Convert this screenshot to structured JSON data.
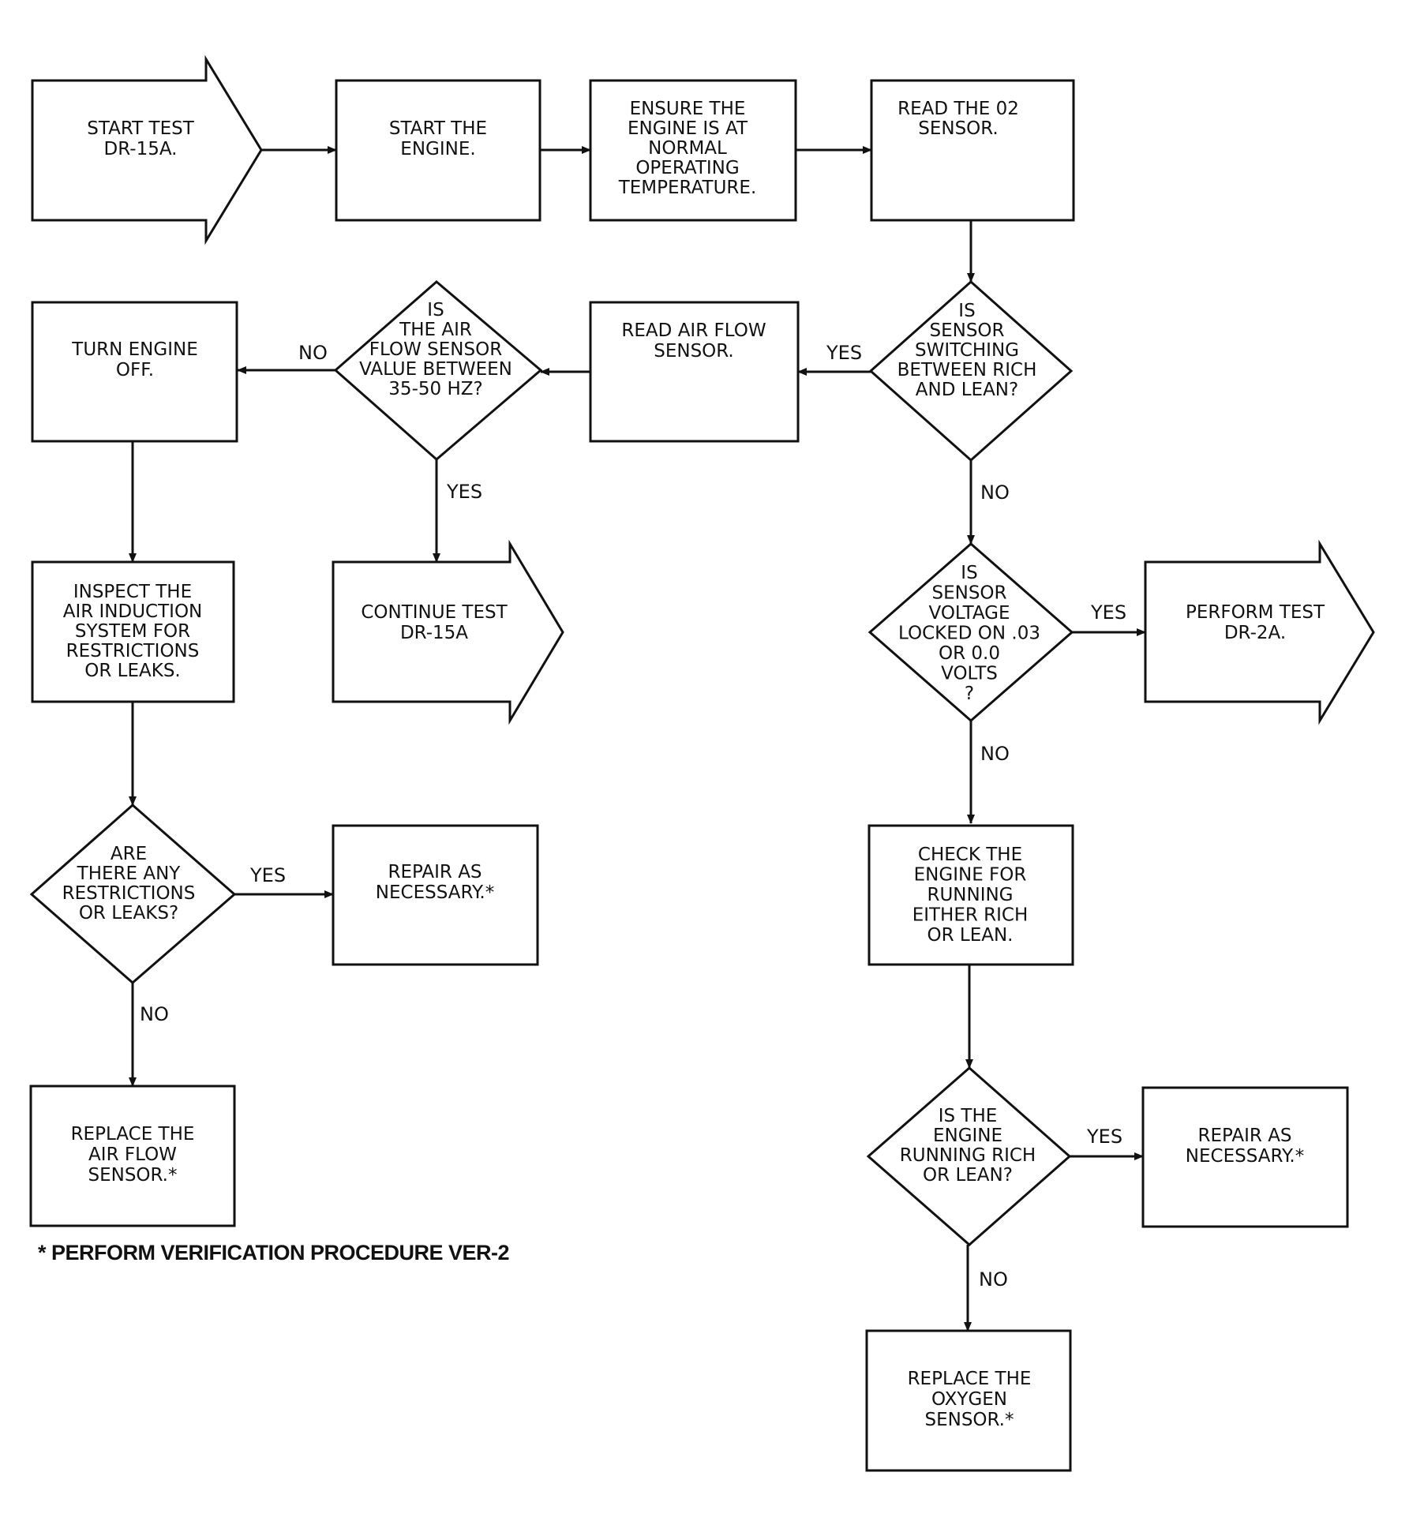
{
  "nodes": {
    "start_test": [
      "START TEST",
      "DR-15A."
    ],
    "start_engine": [
      "START THE",
      "ENGINE."
    ],
    "ensure_temp": [
      "ENSURE THE",
      "ENGINE IS AT",
      "NORMAL",
      "OPERATING",
      "TEMPERATURE."
    ],
    "read_o2": [
      "READ THE 02",
      "SENSOR."
    ],
    "sensor_switching": [
      "IS",
      "SENSOR",
      "SWITCHING",
      "BETWEEN RICH",
      "AND LEAN?"
    ],
    "read_air_flow": [
      "READ AIR FLOW",
      "SENSOR."
    ],
    "air_flow_value": [
      "IS",
      "THE AIR",
      "FLOW SENSOR",
      "VALUE BETWEEN",
      "35-50 HZ?"
    ],
    "turn_engine_off": [
      "TURN ENGINE",
      "OFF."
    ],
    "inspect_induction": [
      "INSPECT THE",
      "AIR INDUCTION",
      "SYSTEM FOR",
      "RESTRICTIONS",
      "OR LEAKS."
    ],
    "continue_test": [
      "CONTINUE TEST",
      "DR-15A"
    ],
    "restrictions_leaks": [
      "ARE",
      "THERE ANY",
      "RESTRICTIONS",
      "OR LEAKS?"
    ],
    "repair_left": [
      "REPAIR AS",
      "NECESSARY.*"
    ],
    "replace_air_flow": [
      "REPLACE THE",
      "AIR FLOW",
      "SENSOR.*"
    ],
    "voltage_locked": [
      "IS",
      "SENSOR",
      "VOLTAGE",
      "LOCKED ON .03",
      "OR 0.0",
      "VOLTS",
      "?"
    ],
    "perform_test": [
      "PERFORM TEST",
      "DR-2A."
    ],
    "check_engine": [
      "CHECK THE",
      "ENGINE FOR",
      "RUNNING",
      "EITHER RICH",
      "OR LEAN."
    ],
    "engine_rich_lean": [
      "IS THE",
      "ENGINE",
      "RUNNING RICH",
      "OR LEAN?"
    ],
    "repair_right": [
      "REPAIR AS",
      "NECESSARY.*"
    ],
    "replace_oxygen": [
      "REPLACE THE",
      "OXYGEN",
      "SENSOR.*"
    ]
  },
  "edge_labels": {
    "switching_yes": "YES",
    "switching_no": "NO",
    "airflow_no": "NO",
    "airflow_yes": "YES",
    "restrictions_yes": "YES",
    "restrictions_no": "NO",
    "voltage_yes": "YES",
    "voltage_no": "NO",
    "richlean_yes": "YES",
    "richlean_no": "NO"
  },
  "footnote": "* PERFORM VERIFICATION PROCEDURE VER-2"
}
